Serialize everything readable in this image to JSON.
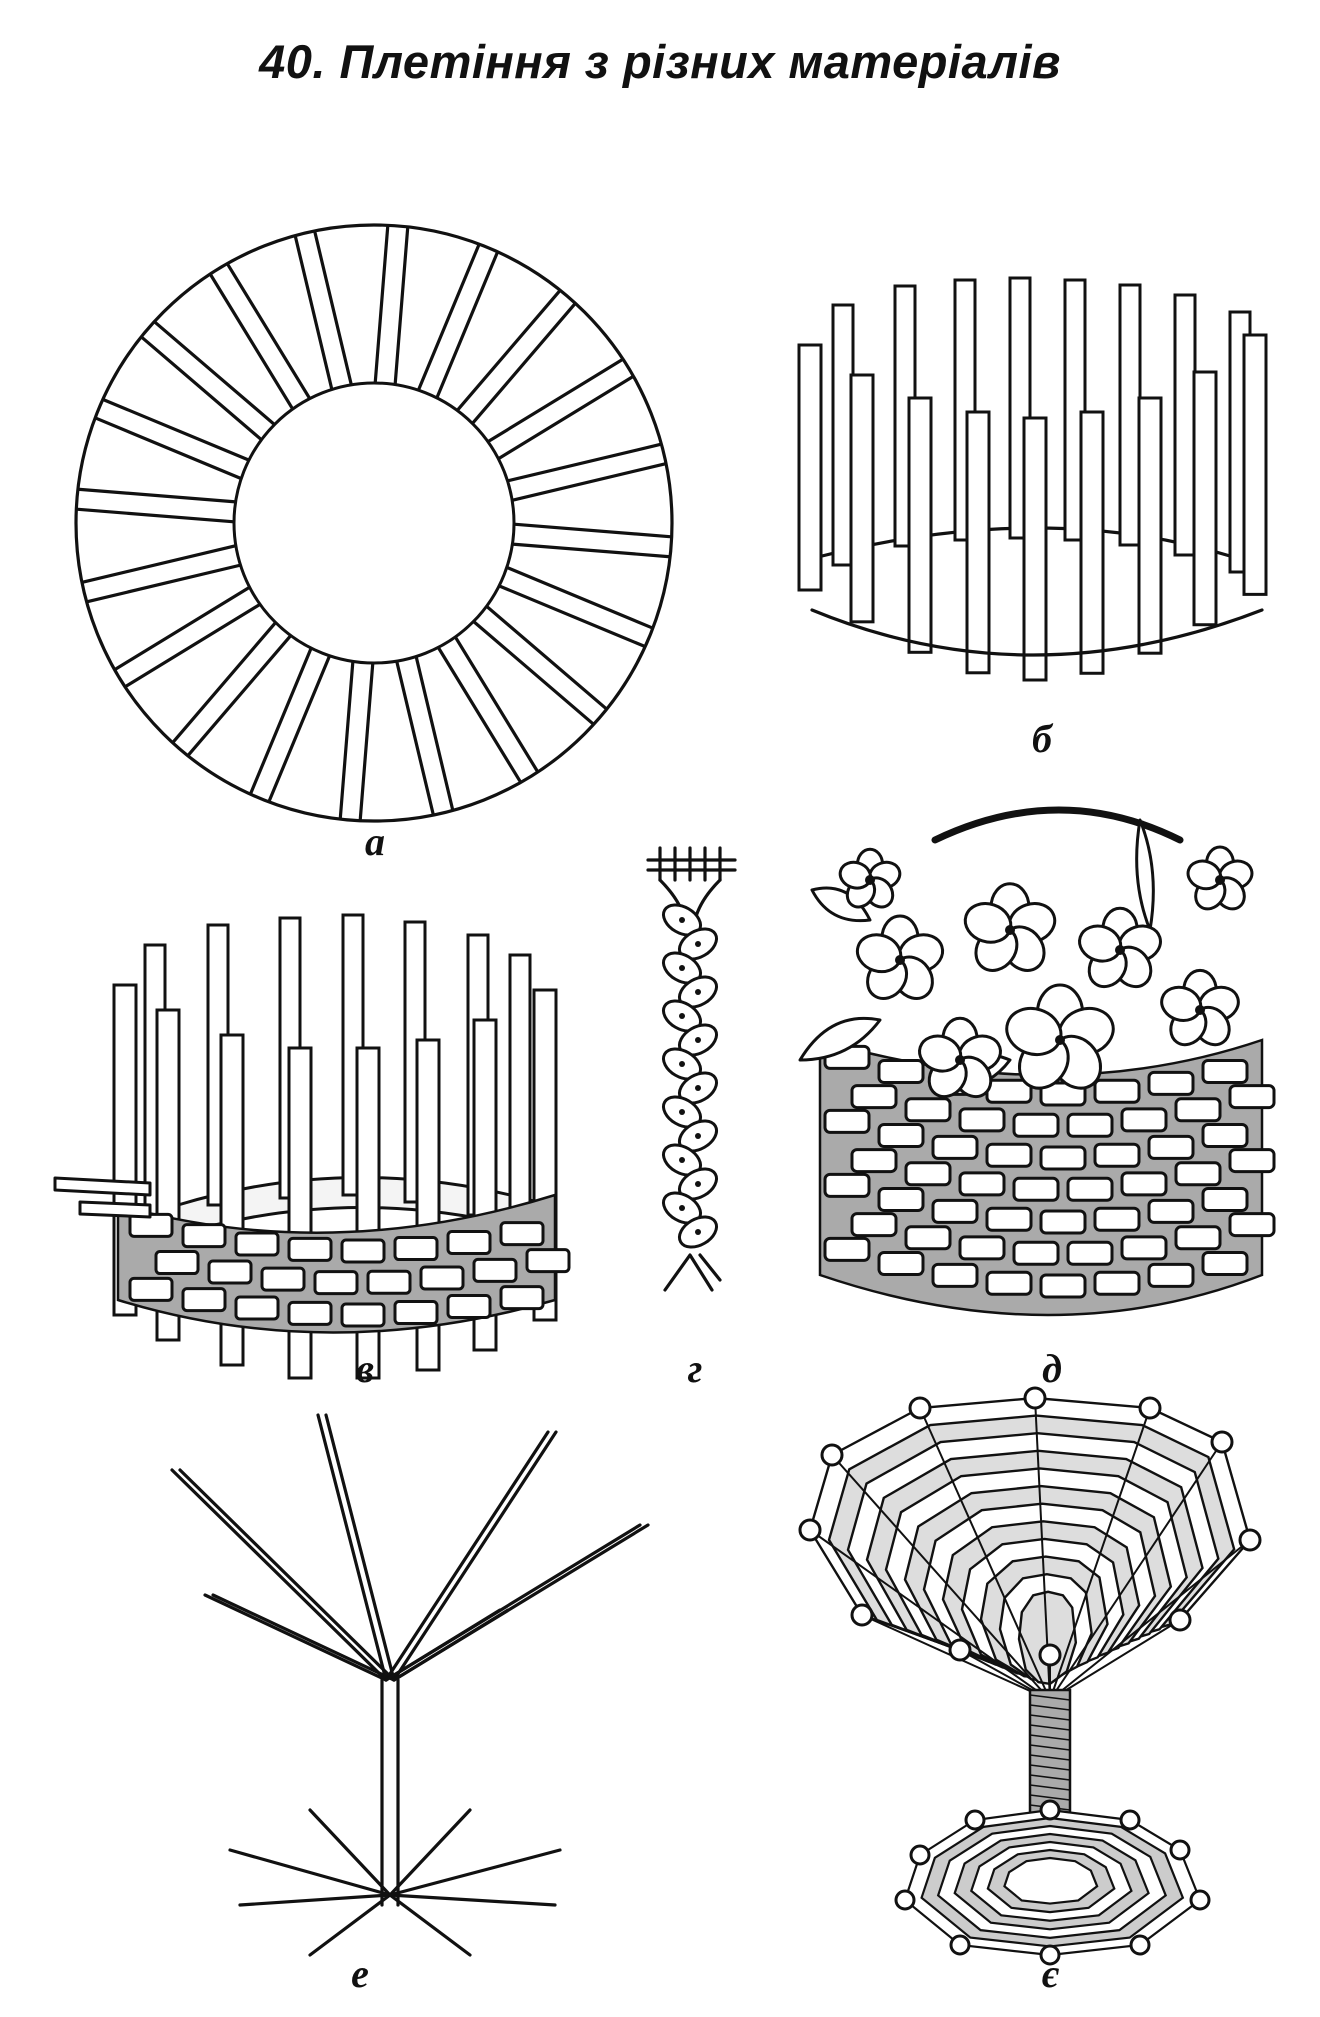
{
  "title": "40. Плетіння з різних матеріалів",
  "figures": {
    "a": {
      "label": "а"
    },
    "b": {
      "label": "б"
    },
    "v": {
      "label": "в"
    },
    "g": {
      "label": "г"
    },
    "d": {
      "label": "д"
    },
    "e": {
      "label": "е"
    },
    "ye": {
      "label": "є"
    }
  }
}
